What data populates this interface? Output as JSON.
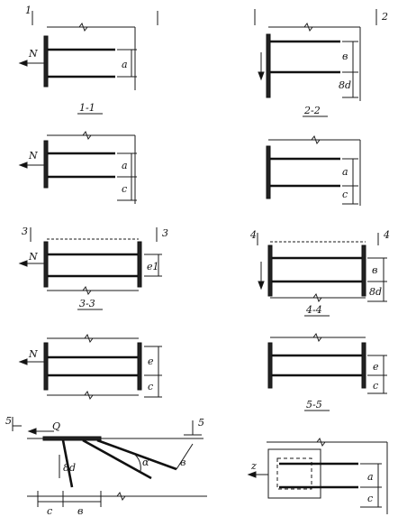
{
  "captions": [
    "1-1",
    "2-2",
    "3-3",
    "4-4",
    "5-5"
  ],
  "section_marks": [
    "1",
    "2",
    "3",
    "4",
    "5"
  ],
  "forces": {
    "N": "N",
    "Q": "Q"
  },
  "dims": {
    "a": "a",
    "b": "в",
    "c": "c",
    "e": "e",
    "e1": "e1",
    "alpha": "α",
    "bd": "8d",
    "z": "z"
  }
}
